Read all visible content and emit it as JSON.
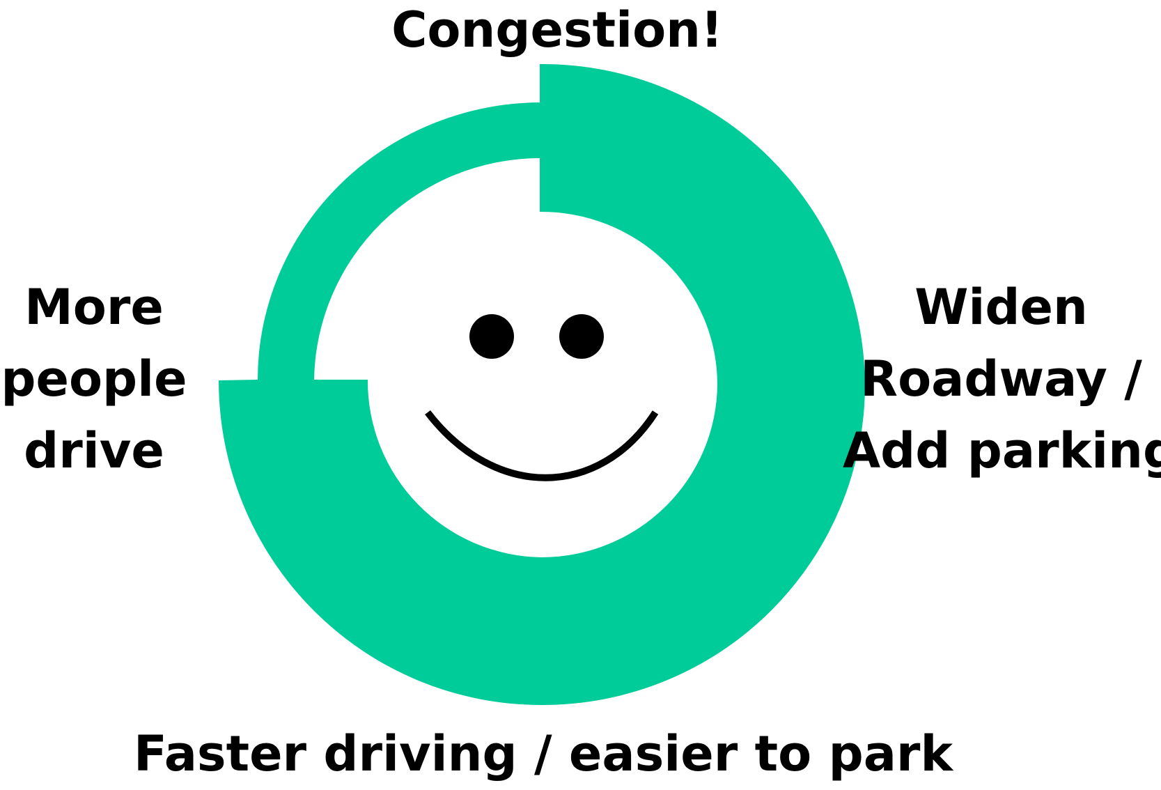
{
  "colors": {
    "cycle_band": "#00cc99",
    "face": "#000000",
    "text": "#000000",
    "background": "#ffffff"
  },
  "labels": {
    "top": "Congestion!",
    "right_line1": "Widen",
    "right_line2": "Roadway /",
    "right_line3": "Add parking",
    "bottom": "Faster driving / easier to park",
    "left_line1": "More",
    "left_line2": "people",
    "left_line3": "drive"
  },
  "icons": {
    "cycle_arrow": "circular-arrow-icon",
    "face": "smiley-face-icon"
  }
}
